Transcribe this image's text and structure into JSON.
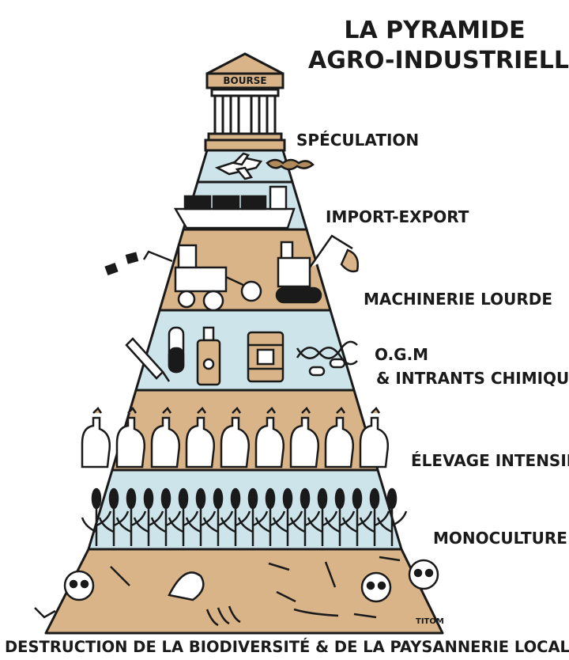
{
  "title": {
    "line1": "LA PYRAMIDE",
    "line2": "AGRO-INDUSTRIELLE"
  },
  "temple_sign": "BOURSE",
  "levels": [
    {
      "label": "SPÉCULATION"
    },
    {
      "label": "IMPORT-EXPORT"
    },
    {
      "label": "MACHINERIE LOURDE"
    },
    {
      "label_line1": "O.G.M",
      "label_line2": "& INTRANTS CHIMIQUES"
    },
    {
      "label": "ÉLEVAGE INTENSIF"
    },
    {
      "label": "MONOCULTURE"
    }
  ],
  "bottom_caption": "DESTRUCTION DE LA BIODIVERSITÉ & DE LA PAYSANNERIE LOCALE",
  "signature": "TITOM",
  "colors": {
    "ink": "#1a1a1a",
    "sky_blue": "#cde4ea",
    "earth_tan": "#d8b488",
    "pillar_white": "#ffffff"
  }
}
